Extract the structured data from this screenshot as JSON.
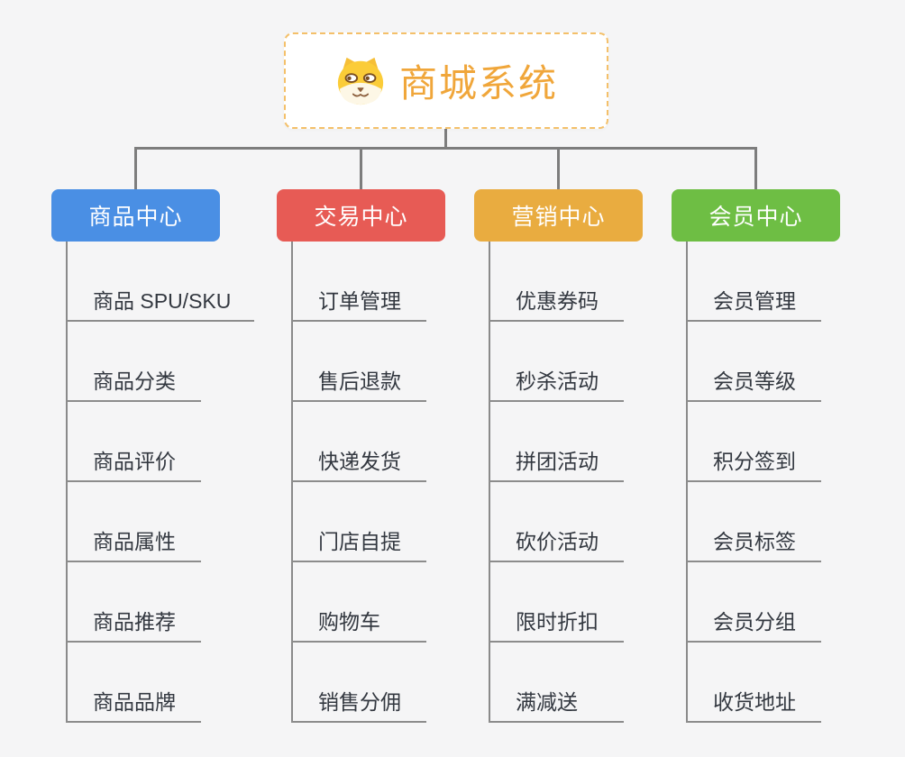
{
  "page": {
    "background_color": "#f5f5f6",
    "connector_color": "#7d7d7d"
  },
  "root": {
    "label": "商城系统",
    "icon": "shiba-dog-icon",
    "text_color": "#f0a63a",
    "border_color": "#f4c06a"
  },
  "branches": [
    {
      "label": "商品中心",
      "color": "#4a8fe4",
      "items": [
        "商品 SPU/SKU",
        "商品分类",
        "商品评价",
        "商品属性",
        "商品推荐",
        "商品品牌"
      ]
    },
    {
      "label": "交易中心",
      "color": "#e75b55",
      "items": [
        "订单管理",
        "售后退款",
        "快递发货",
        "门店自提",
        "购物车",
        "销售分佣"
      ]
    },
    {
      "label": "营销中心",
      "color": "#e9ac40",
      "items": [
        "优惠券码",
        "秒杀活动",
        "拼团活动",
        "砍价活动",
        "限时折扣",
        "满减送"
      ]
    },
    {
      "label": "会员中心",
      "color": "#6ebe44",
      "items": [
        "会员管理",
        "会员等级",
        "积分签到",
        "会员标签",
        "会员分组",
        "收货地址"
      ]
    }
  ]
}
